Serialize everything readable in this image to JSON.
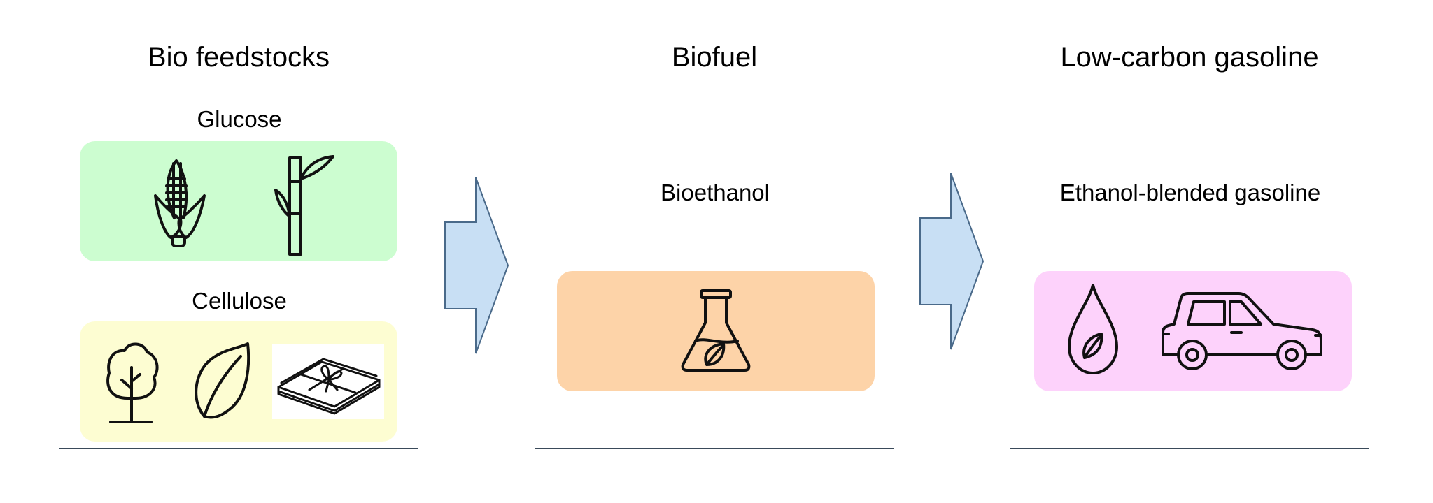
{
  "stages": [
    {
      "title": "Bio feedstocks"
    },
    {
      "title": "Biofuel"
    },
    {
      "title": "Low-carbon gasoline"
    }
  ],
  "feedstocks": {
    "glucose_label": "Glucose",
    "cellulose_label": "Cellulose",
    "glucose_icons": [
      "corn-icon",
      "sugarcane-icon"
    ],
    "cellulose_icons": [
      "tree-icon",
      "leaf-icon",
      "paper-stack-icon"
    ]
  },
  "biofuel": {
    "label": "Bioethanol",
    "icons": [
      "flask-leaf-icon"
    ]
  },
  "gasoline": {
    "label": "Ethanol-blended gasoline",
    "icons": [
      "fuel-drop-leaf-icon",
      "car-icon"
    ]
  },
  "colors": {
    "glucose_bg": "#ccfdd0",
    "cellulose_bg": "#fdfdd2",
    "bioethanol_bg": "#fdd3a8",
    "gasoline_bg": "#fdd2fb",
    "arrow_fill": "#c8dff4",
    "arrow_stroke": "#4a6a8a"
  }
}
